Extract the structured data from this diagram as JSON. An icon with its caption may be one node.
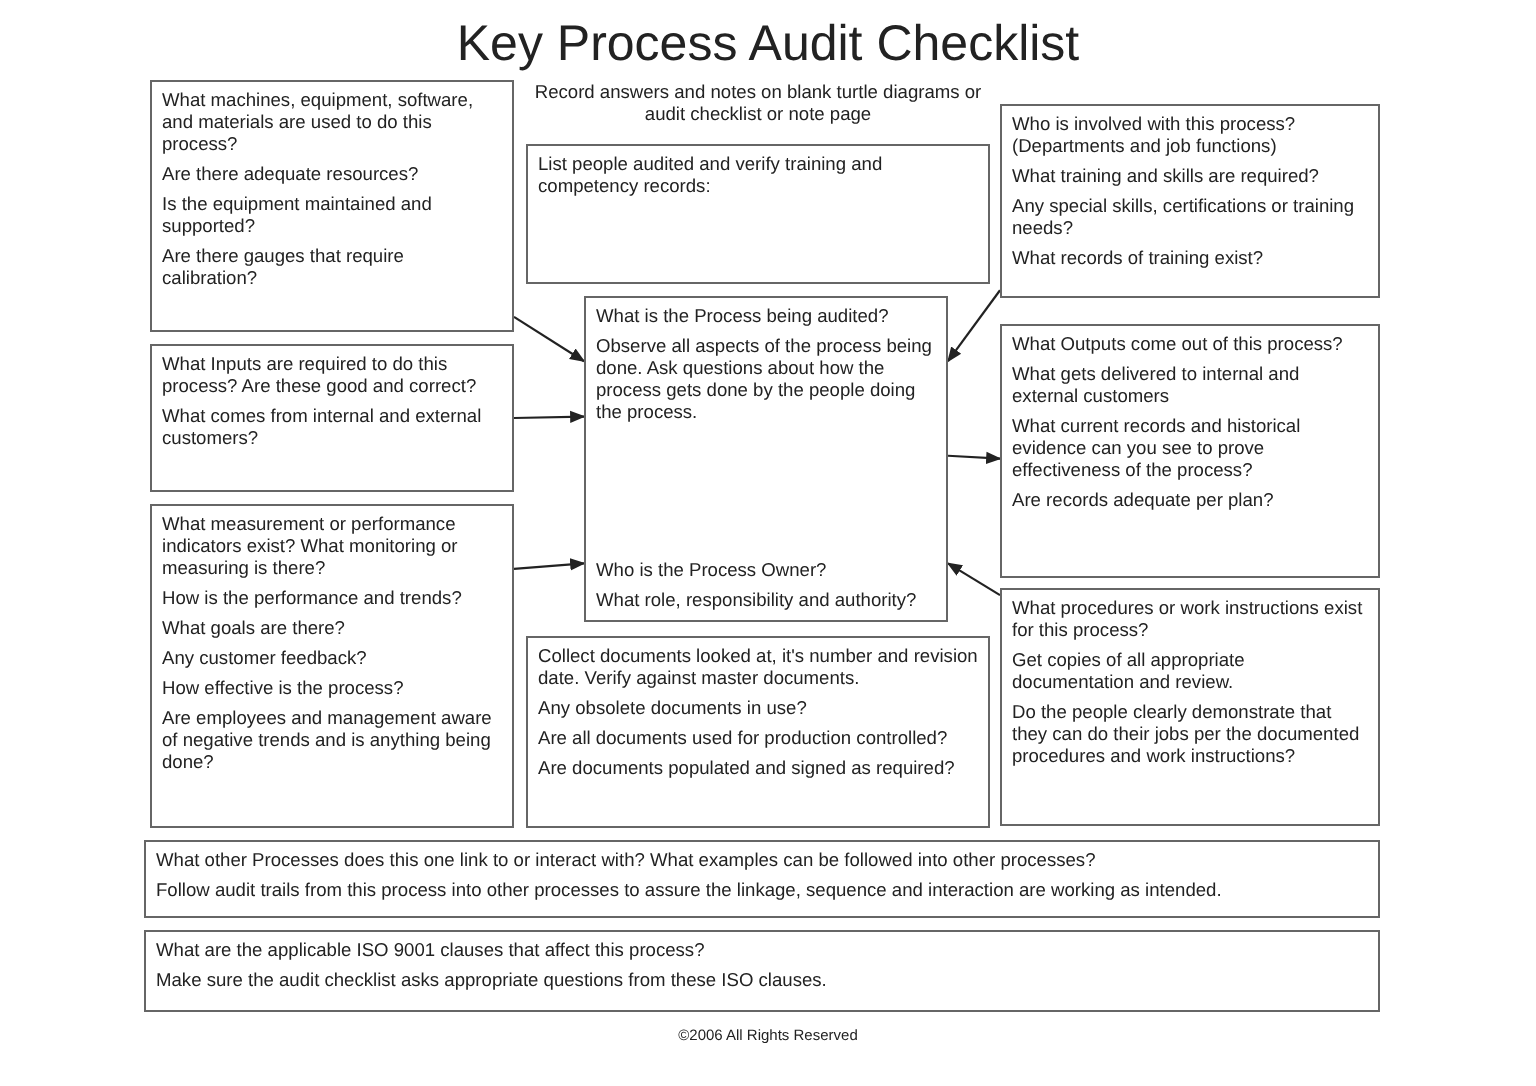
{
  "diagram": {
    "title": "Key Process Audit Checklist",
    "nodes": [
      {
        "text": [
          "What machines, equipment, software, and materials are used to do this process?",
          "Are there adequate resources?",
          "Is the equipment maintained and supported?",
          "Are there gauges that require calibration?"
        ]
      },
      {
        "text": [
          "What Inputs are required to do this process? Are these good and correct?",
          "What comes from internal and external customers?"
        ]
      },
      {
        "text": [
          "What measurement or performance indicators exist? What monitoring or measuring is there?",
          "How is the performance and trends?",
          "What goals are there?",
          "Any customer feedback?",
          "How effective is the process?",
          "Are employees and management aware of negative trends and is anything being done?"
        ]
      },
      {
        "text": [
          "List people audited and verify training and competency records:"
        ]
      },
      {
        "text": [
          "What is the Process being audited?",
          "Observe all aspects of the process being done.  Ask questions about how the process gets done by the people doing the process.",
          "Who is the Process Owner?",
          "What role, responsibility and authority?"
        ]
      },
      {
        "text": [
          "Collect documents looked at, it's number and revision date.  Verify against master documents.",
          "Any obsolete documents in use?",
          "Are all documents used for production controlled?",
          "Are documents populated and signed as required?"
        ]
      },
      {
        "text": [
          "Who is involved with this process? (Departments and job functions)",
          "What training and skills are required?",
          "Any special skills, certifications or training needs?",
          "What records of training exist?"
        ]
      },
      {
        "text": [
          "What Outputs come out of this process?",
          "What gets delivered to internal and external customers",
          "What current records and historical evidence can you see to prove effectiveness of the process?",
          "Are records adequate per plan?"
        ]
      },
      {
        "text": [
          "What procedures or work instructions exist for this process?",
          "Get copies of all appropriate documentation and review.",
          "Do the people clearly demonstrate that they can do their jobs per the documented procedures and work instructions?"
        ]
      },
      {
        "text": [
          "What other Processes does this one link to or interact with? What examples can be followed into other processes?",
          "Follow audit trails from this process into other processes to assure the linkage, sequence and interaction are working as intended."
        ]
      },
      {
        "text": [
          "What are the applicable ISO 9001 clauses that affect this process?",
          "Make sure the audit checklist asks appropriate questions from these ISO clauses."
        ]
      }
    ],
    "edges": [
      {
        "from": 0,
        "to": 4,
        "arrow": "to"
      },
      {
        "from": 1,
        "to": 4,
        "arrow": "to"
      },
      {
        "from": 2,
        "to": 4,
        "arrow": "to"
      },
      {
        "from": 6,
        "to": 4,
        "arrow": "to"
      },
      {
        "from": 4,
        "to": 7,
        "arrow": "to"
      },
      {
        "from": 8,
        "to": 4,
        "arrow": "to"
      }
    ],
    "labels": [
      "Record answers and notes on blank turtle diagrams or audit checklist or note page",
      "©2006 All Rights Reserved"
    ]
  }
}
